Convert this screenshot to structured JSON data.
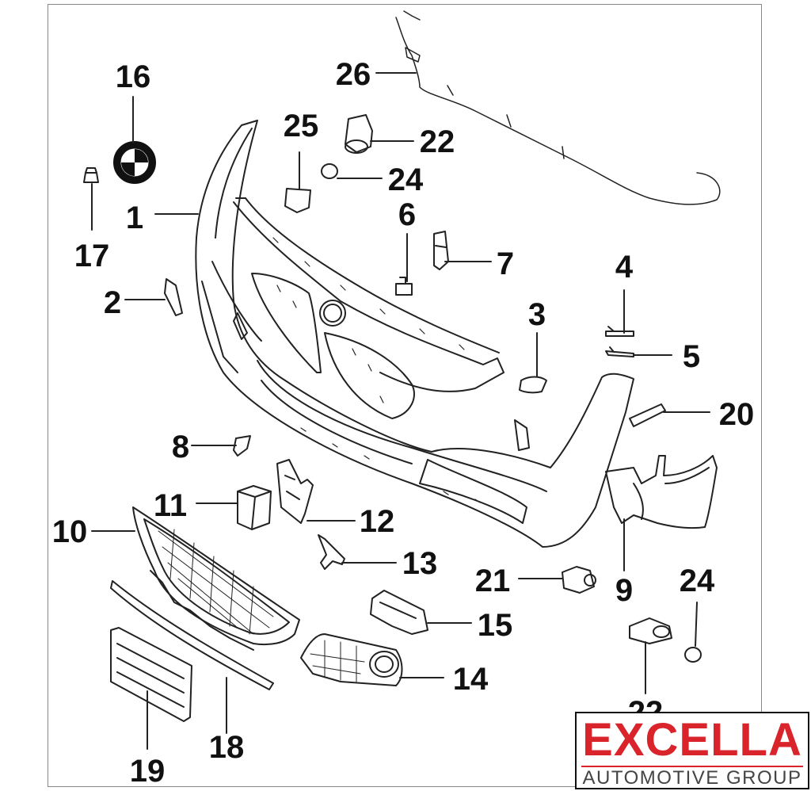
{
  "diagram": {
    "callouts": [
      {
        "id": "c1",
        "label": "1"
      },
      {
        "id": "c2",
        "label": "2"
      },
      {
        "id": "c3",
        "label": "3"
      },
      {
        "id": "c4",
        "label": "4"
      },
      {
        "id": "c5",
        "label": "5"
      },
      {
        "id": "c6",
        "label": "6"
      },
      {
        "id": "c7",
        "label": "7"
      },
      {
        "id": "c8",
        "label": "8"
      },
      {
        "id": "c9",
        "label": "9"
      },
      {
        "id": "c10",
        "label": "10"
      },
      {
        "id": "c11",
        "label": "11"
      },
      {
        "id": "c12",
        "label": "12"
      },
      {
        "id": "c13",
        "label": "13"
      },
      {
        "id": "c14",
        "label": "14"
      },
      {
        "id": "c15",
        "label": "15"
      },
      {
        "id": "c16",
        "label": "16"
      },
      {
        "id": "c17",
        "label": "17"
      },
      {
        "id": "c18",
        "label": "18"
      },
      {
        "id": "c19",
        "label": "19"
      },
      {
        "id": "c20",
        "label": "20"
      },
      {
        "id": "c21",
        "label": "21"
      },
      {
        "id": "c22a",
        "label": "22"
      },
      {
        "id": "c22b",
        "label": "22"
      },
      {
        "id": "c24a",
        "label": "24"
      },
      {
        "id": "c24b",
        "label": "24"
      },
      {
        "id": "c25",
        "label": "25"
      },
      {
        "id": "c26",
        "label": "26"
      }
    ]
  },
  "logo": {
    "brand": "EXCELLA",
    "tagline": "AUTOMOTIVE GROUP",
    "brand_color": "#d9242b"
  }
}
